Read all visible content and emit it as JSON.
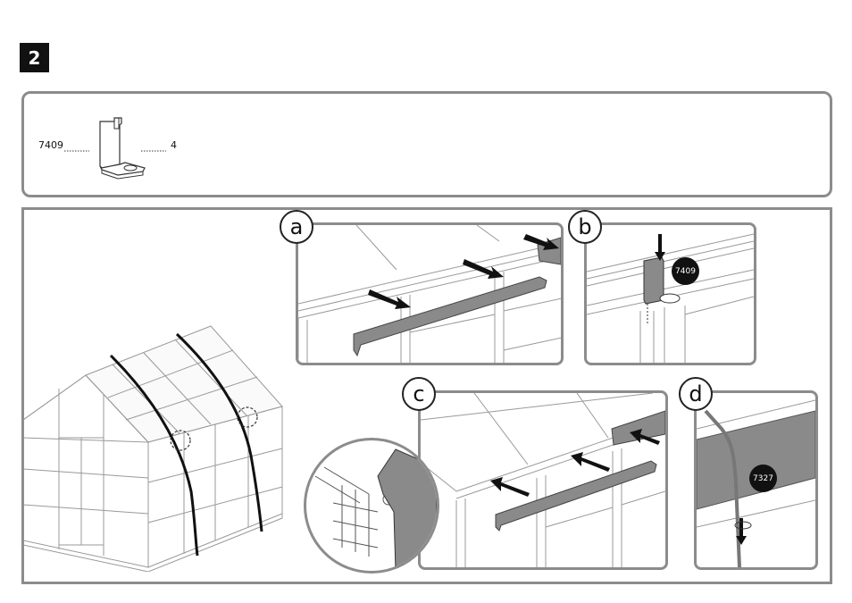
{
  "step": {
    "number": "2"
  },
  "parts": {
    "part_number": "7409",
    "quantity": "4"
  },
  "panels": {
    "a": {
      "label": "a"
    },
    "b": {
      "label": "b",
      "callout": "7409"
    },
    "c": {
      "label": "c"
    },
    "d": {
      "label": "d",
      "callout": "7327"
    }
  },
  "colors": {
    "frame_border": "#8c8c8c",
    "part_gray": "#8a8a8a",
    "badge_black": "#111111"
  }
}
